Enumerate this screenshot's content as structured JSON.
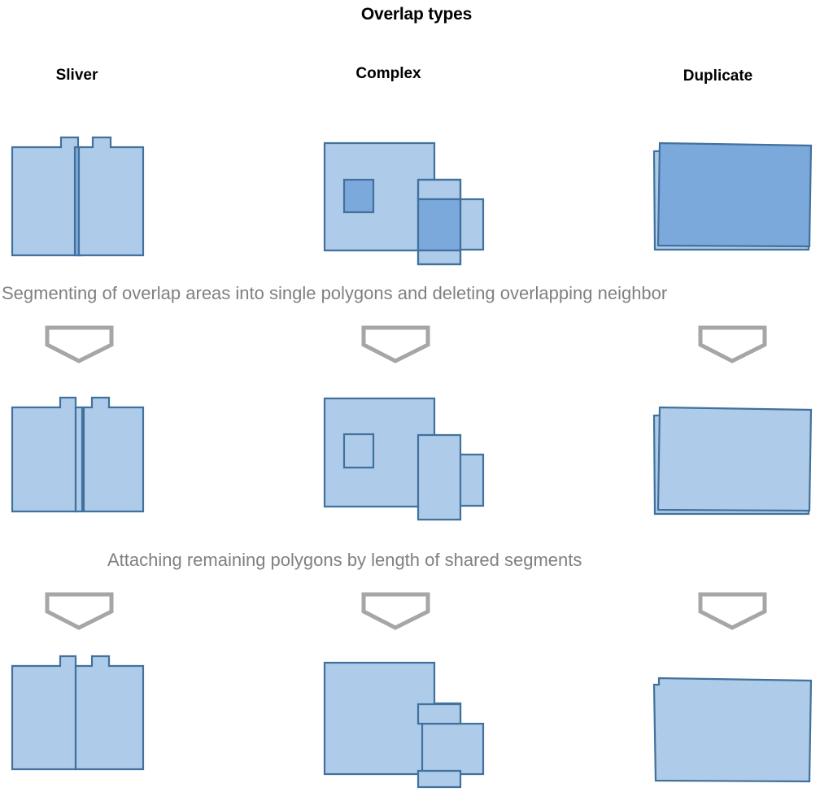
{
  "title": "Overlap types",
  "columns": [
    {
      "key": "sliver",
      "label": "Sliver"
    },
    {
      "key": "complex",
      "label": "Complex"
    },
    {
      "key": "duplicate",
      "label": "Duplicate"
    }
  ],
  "captions": [
    {
      "id": "caption-1",
      "text": "Segmenting of overlap areas into single polygons and deleting overlapping neighbor"
    },
    {
      "id": "caption-2",
      "text": "Attaching remaining polygons by length of shared segments"
    }
  ],
  "colors": {
    "polygon_fill_light": "#AECCEA",
    "polygon_fill_overlap": "#7CA9DC",
    "polygon_stroke": "#41719C",
    "arrow_stroke": "#A6A6A6",
    "caption_text": "#808080",
    "heading_text": "#000000",
    "background": "#FFFFFF"
  },
  "arrows": {
    "icon": "down-arrow-pentagon-icon",
    "count": 6,
    "rows": [
      "after-segmenting",
      "after-attaching"
    ]
  },
  "stages": [
    {
      "id": "stage-1",
      "name": "initial-overlaps",
      "description": "Original polygons with overlapping areas shown in darker blue"
    },
    {
      "id": "stage-2",
      "name": "after-segmenting",
      "description": "Overlap areas segmented into single polygons, overlapping neighbors deleted"
    },
    {
      "id": "stage-3",
      "name": "after-attaching",
      "description": "Remaining polygons attached by length of shared segments"
    }
  ],
  "shape_counts": {
    "sliver": {
      "stage_1": 3,
      "stage_2": 3,
      "stage_3": 2
    },
    "complex": {
      "stage_1": 5,
      "stage_2": 4,
      "stage_3": 3
    },
    "duplicate": {
      "stage_1": 2,
      "stage_2": 2,
      "stage_3": 1
    }
  }
}
